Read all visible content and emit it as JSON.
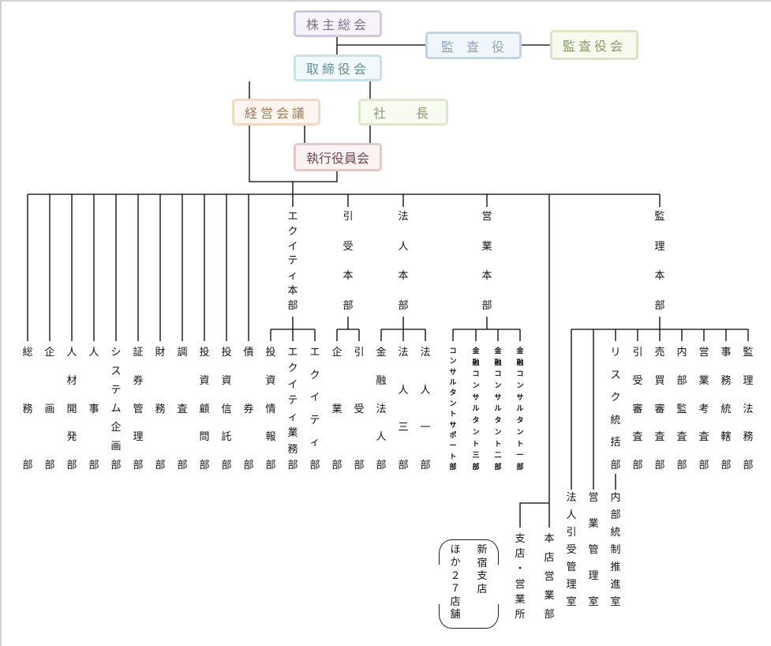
{
  "diagram": {
    "title": "組織図",
    "top_boxes": {
      "shareholders_meeting": "株主総会",
      "auditor": "監査役",
      "audit_board": "監査役会",
      "board_of_directors": "取締役会",
      "management_council": "経営会議",
      "president": [
        "社",
        "長"
      ],
      "executive_committee": "執行役員会"
    },
    "box_colors": {
      "shareholders_meeting": "#cfc8de",
      "auditor": "#c3d3e6",
      "audit_board": "#dbe3c4",
      "board_of_directors": "#c6e3ec",
      "management_council": "#f4d9c2",
      "president": "#dbe7c9",
      "executive_committee": "#e3c7c9"
    },
    "direct_departments": [
      "総務部",
      "企画部",
      "人材開発部",
      "人事部",
      "システム企画部",
      "証券管理部",
      "財務部",
      "調査部",
      "投資顧問部",
      "投資信託部",
      "債券部"
    ],
    "divisions": [
      {
        "name": "エクイティ本部",
        "departments": [
          "投資情報部",
          "エクイティ業務部",
          "エクイティ部"
        ]
      },
      {
        "name": "引受本部",
        "departments": [
          "企業部",
          "引受部"
        ]
      },
      {
        "name": "法人本部",
        "departments": [
          "金融法人部",
          "法人三部",
          "法人一部"
        ]
      },
      {
        "name": "営業本部",
        "departments": [
          "コンサルタントサポート部",
          "金融コンサルタント三部",
          "金融コンサルタント二部",
          "金融コンサルタント一部"
        ]
      },
      {
        "name": "監理本部",
        "departments": [
          "法人引受管理室",
          "営業管理室",
          "リスク統括部",
          "引受審査部",
          "売買審査部",
          "内部監査部",
          "営業考査部",
          "事務統轄部",
          "監理法務部"
        ],
        "sub_unit": {
          "parent": "リスク統括部",
          "name": "内部統制推進室"
        }
      }
    ],
    "branches": {
      "head_office": "本店営業部",
      "branch_offices": "支店・営業所",
      "note_left": "ほか２７店舗",
      "note_right": "新宿支店"
    }
  }
}
